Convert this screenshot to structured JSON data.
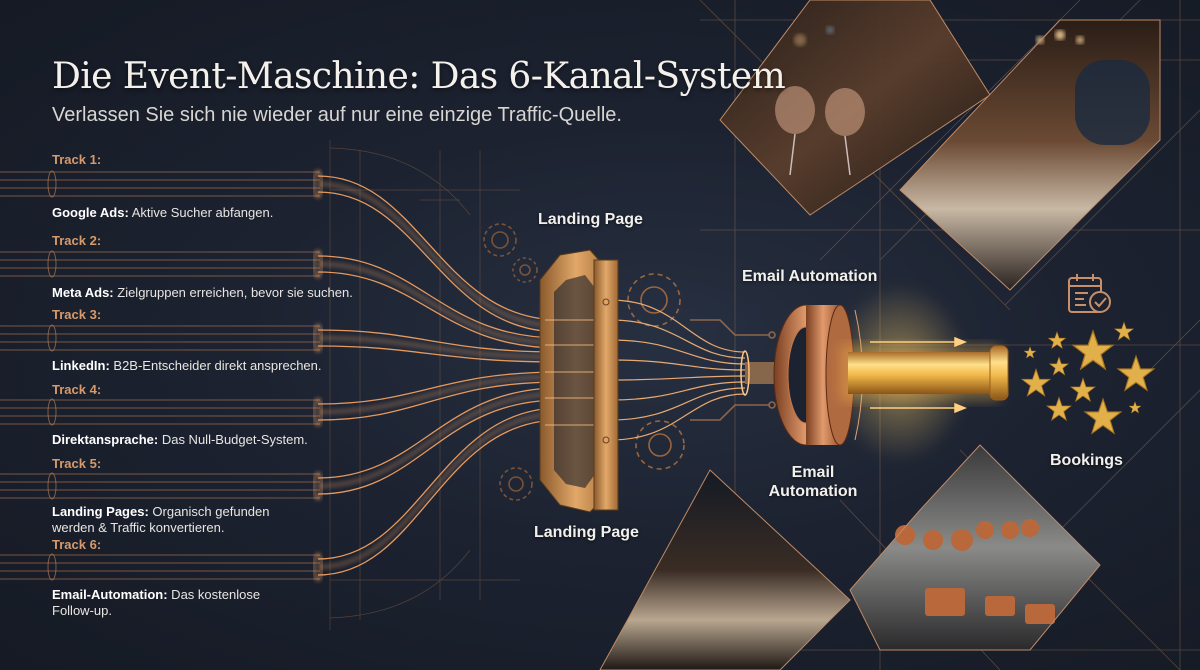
{
  "header": {
    "title": "Die Event-Maschine: Das 6-Kanal-System",
    "subtitle": "Verlassen Sie sich nie wieder auf nur eine einzige Traffic-Quelle."
  },
  "tracks": [
    {
      "label": "Track 1:",
      "name": "Google Ads:",
      "desc": " Aktive Sucher abfangen."
    },
    {
      "label": "Track 2:",
      "name": "Meta Ads:",
      "desc": " Zielgruppen erreichen, bevor sie suchen."
    },
    {
      "label": "Track 3:",
      "name": "LinkedIn:",
      "desc": " B2B-Entscheider direkt ansprechen."
    },
    {
      "label": "Track 4:",
      "name": "Direktansprache:",
      "desc": " Das Null-Budget-System."
    },
    {
      "label": "Track 5:",
      "name": "Landing Pages:",
      "desc": " Organisch gefunden werden & Traffic konvertieren."
    },
    {
      "label": "Track 6:",
      "name": "Email-Automation:",
      "desc": " Das kostenlose Follow-up."
    }
  ],
  "nodes": {
    "landing_top": "Landing Page",
    "landing_bottom": "Landing Page",
    "email_top": "Email Automation",
    "email_bottom_1": "Email",
    "email_bottom_2": "Automation",
    "bookings": "Bookings"
  },
  "icons": {
    "calendar": "calendar-check-icon",
    "stars": "star-icon"
  },
  "colors": {
    "background": "#1c2230",
    "copper": "#d69a6c",
    "gold": "#f0c060",
    "text": "#f2f0ec"
  }
}
